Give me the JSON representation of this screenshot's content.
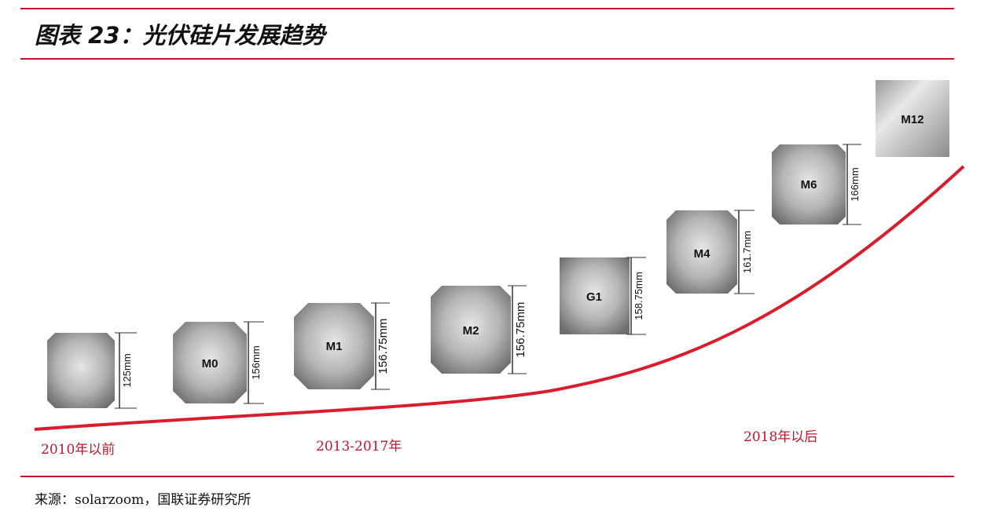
{
  "header": {
    "title": "图表 23：光伏硅片发展趋势"
  },
  "footer": {
    "source": "来源：solarzoom，国联证券研究所"
  },
  "colors": {
    "accent": "#c0152f",
    "wafer_light": "#d8d8d8",
    "wafer_dark": "#7a7a7a"
  },
  "wafers": [
    {
      "name": "",
      "dimension": "125mm"
    },
    {
      "name": "M0",
      "dimension": "156mm"
    },
    {
      "name": "M1",
      "dimension": "156.75mm"
    },
    {
      "name": "M2",
      "dimension": "156.75mm"
    },
    {
      "name": "G1",
      "dimension": "158.75mm"
    },
    {
      "name": "M4",
      "dimension": "161.7mm"
    },
    {
      "name": "M6",
      "dimension": "166mm"
    },
    {
      "name": "M12",
      "dimension": ""
    }
  ],
  "eras": [
    {
      "label": "2010年以前"
    },
    {
      "label": "2013-2017年"
    },
    {
      "label": "2018年以后"
    }
  ]
}
